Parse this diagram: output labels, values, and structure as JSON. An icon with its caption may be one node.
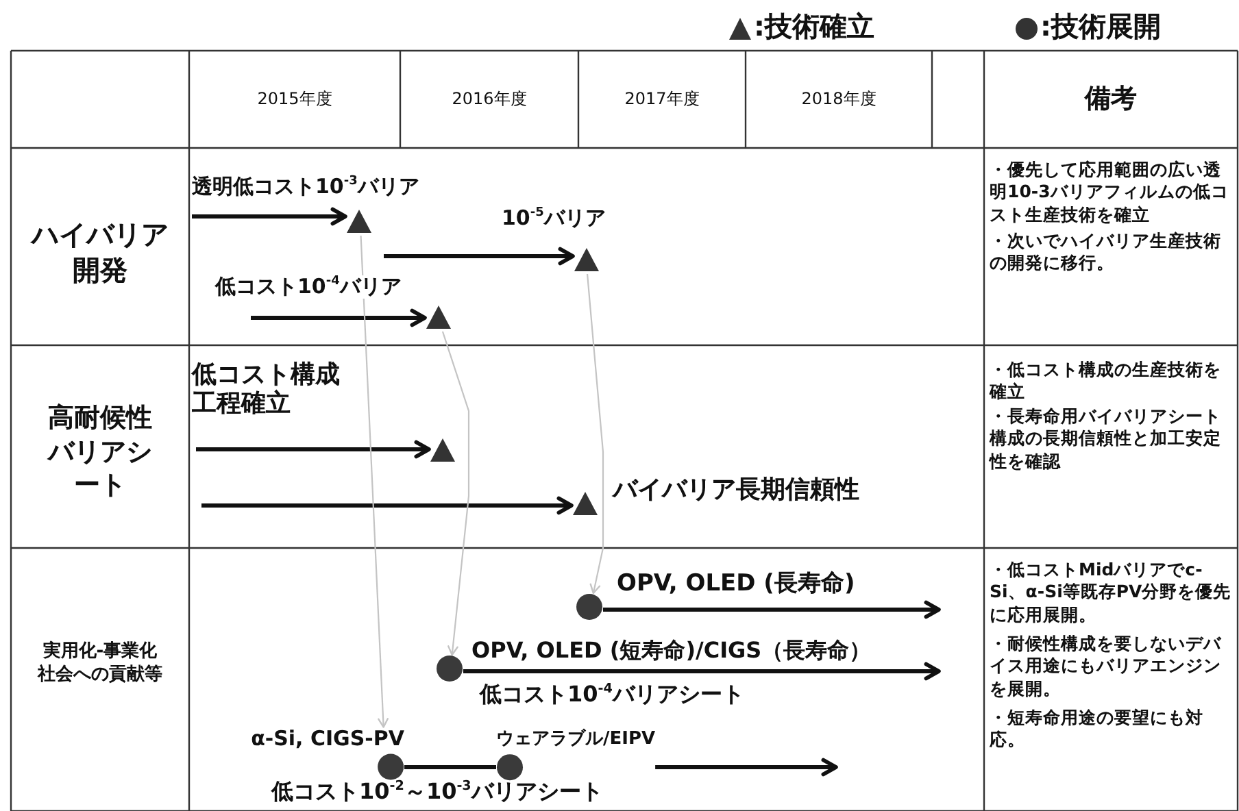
{
  "diagram": {
    "nodes": [
      {
        "text": [],
        "shape": "triangle"
      },
      {
        "text": [],
        "shape": "triangle"
      },
      {
        "text": [],
        "shape": "triangle"
      },
      {
        "text": [],
        "shape": "triangle"
      },
      {
        "text": [],
        "shape": "triangle",
        "beside": [
          "バイバリア長期信頼性"
        ]
      },
      {
        "text": [],
        "shape": "circle",
        "beside": [
          "OPV, OLED (長寿命)"
        ]
      },
      {
        "text": [],
        "shape": "circle",
        "beside": [
          "OPV, OLED (短寿命)/CIGS（長寿命）",
          "低コスト10$^{-4}$バリアシート"
        ]
      },
      {
        "text": [],
        "shape": "circle",
        "beside": [
          "α-Si, CIGS-PV"
        ]
      },
      {
        "text": [],
        "shape": "circle",
        "beside": [
          "ウェアラブル/EIPV"
        ]
      }
    ],
    "edges": [
      {
        "from": null,
        "to": 0,
        "arrow": "to",
        "label": "透明低コスト10$^{-3}$バリア"
      },
      {
        "from": null,
        "to": 1,
        "arrow": "to",
        "label": "10$^{-5}$バリア"
      },
      {
        "from": null,
        "to": 2,
        "arrow": "to",
        "label": "低コスト10$^{-4}$バリア"
      },
      {
        "from": null,
        "to": 3,
        "arrow": "to",
        "label": "低コスト構成工程確立"
      },
      {
        "from": null,
        "to": 4,
        "arrow": "to"
      },
      {
        "from": 5,
        "to": null,
        "arrow": "to"
      },
      {
        "from": 6,
        "to": null,
        "arrow": "to"
      },
      {
        "from": 7,
        "to": 8,
        "arrow": "none"
      },
      {
        "from": 8,
        "to": null,
        "arrow": "to"
      },
      {
        "from": 0,
        "to": 7,
        "arrow": "to",
        "color": "#c4c4c4"
      },
      {
        "from": 2,
        "to": 6,
        "arrow": "to",
        "color": "#c4c4c4"
      },
      {
        "from": 1,
        "to": 5,
        "arrow": "to",
        "color": "#c4c4c4"
      }
    ],
    "labels": [
      "2015年度",
      "2016年度",
      "2017年度",
      "2018年度",
      "備考",
      "ハイバリア開発",
      "・優先して応用範囲の広い透明10-3バリアフィルムの低コスト生産技術を確立",
      "・次いでハイバリア生産技術の開発に移行。",
      "高耐候性バリアシート",
      "・低コスト構成の生産技術を確立",
      "・長寿命用バイバリアシート構成の長期信頼性と加工安定性を確認",
      "実用化-事業化社会への貢献等",
      "・低コストMidバリアでc-Si、α-Si等既存PV分野を優先に応用展開。",
      "・耐候性構成を要しないデバイス用途にもバリアエンジンを展開。",
      "・短寿命用途の要望にも対応。",
      "低コスト10$^{-2}$～10$^{-3}$バリアシート"
    ],
    "legend": [
      {
        "text": ":技術確立"
      },
      {
        "text": ":技術展開"
      }
    ]
  }
}
